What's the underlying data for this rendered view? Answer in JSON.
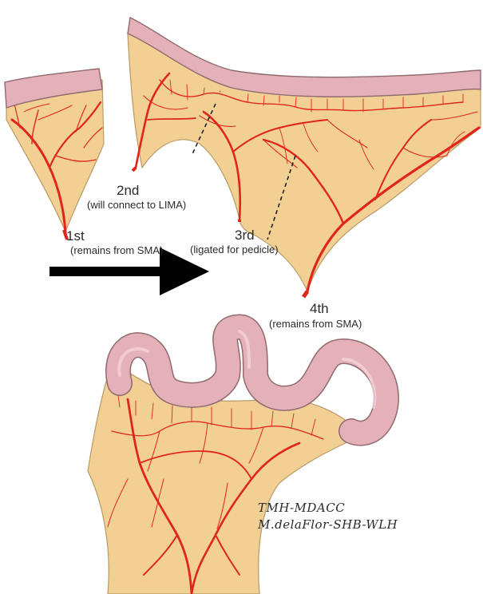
{
  "labels": {
    "first": {
      "ordinal": "1st",
      "note": "(remains from SMA)"
    },
    "second": {
      "ordinal": "2nd",
      "note": "(will connect to LIMA)"
    },
    "third": {
      "ordinal": "3rd",
      "note": "(ligated for pedicle)"
    },
    "fourth": {
      "ordinal": "4th",
      "note": "(remains from SMA)"
    }
  },
  "credit": {
    "line1": "TMH-MDACC",
    "line2": "M.delaFlor-SHB-WLH"
  },
  "colors": {
    "mesentery": "#f2cf93",
    "mesentery_edge": "#b89a66",
    "vessel": "#e0261c",
    "bowel": "#e5b1b8",
    "bowel_edge": "#8f6a70",
    "arrow": "#000000"
  }
}
